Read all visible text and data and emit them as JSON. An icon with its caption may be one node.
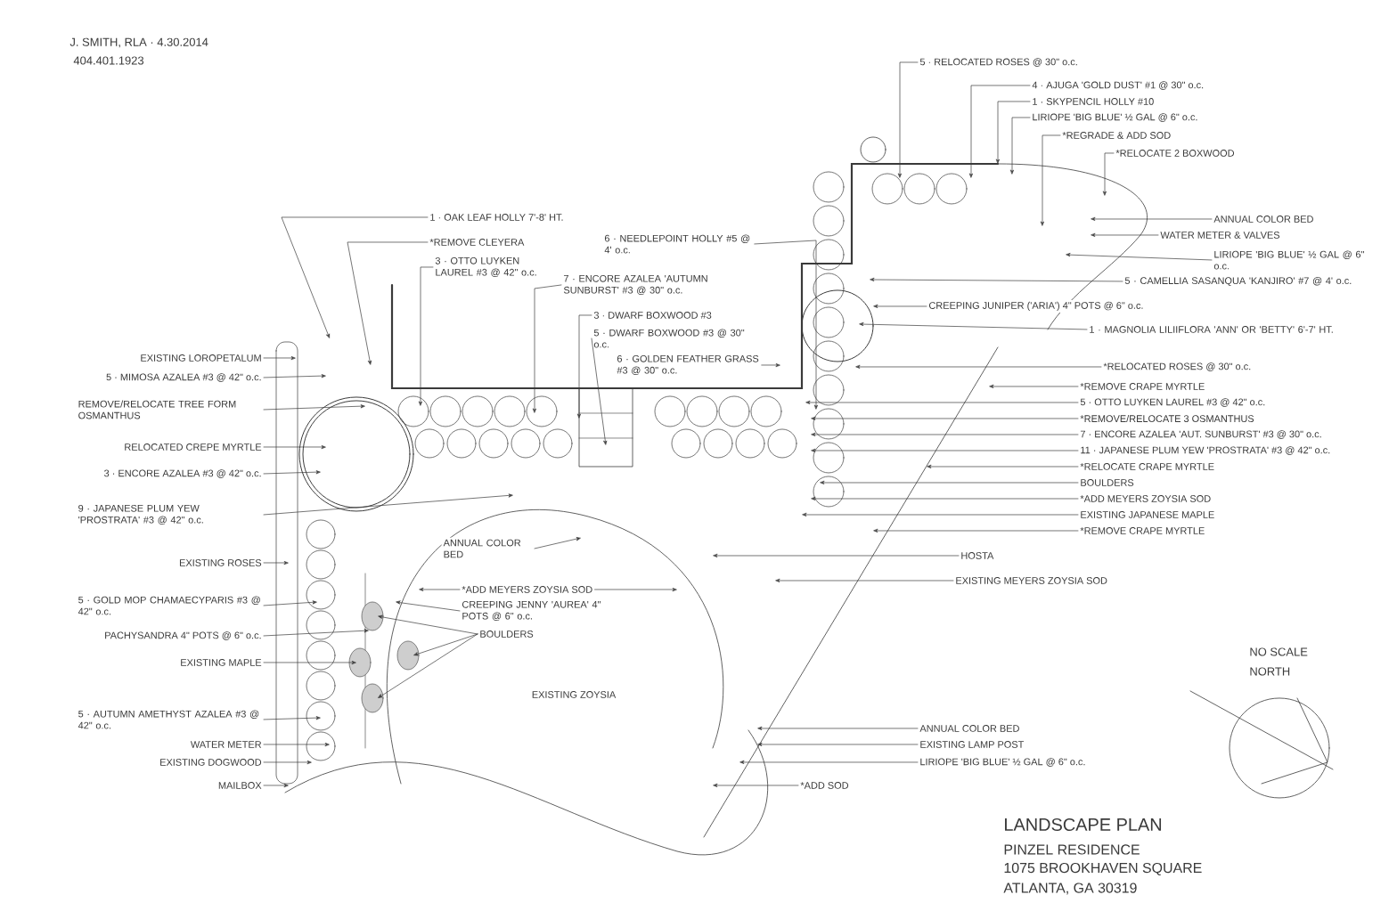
{
  "diagram": {
    "title": "LANDSCAPE PLAN",
    "nodes": [
      {
        "text": [
          "1 · OAK LEAF HOLLY 7'-8' HT."
        ]
      },
      {
        "text": [
          "*REMOVE CLEYERA"
        ]
      },
      {
        "text": [
          "6 · NEEDLEPOINT HOLLY #5 @ 4' o.c."
        ]
      },
      {
        "text": [
          "3 · OTTO LUYKEN LAUREL #3 @ 42\" o.c."
        ]
      },
      {
        "text": [
          "7 · ENCORE AZALEA 'AUTUMN SUNBURST' #3 @ 30\" o.c."
        ]
      },
      {
        "text": [
          "EXISTING LOROPETALUM"
        ]
      },
      {
        "text": [
          "5 · MIMOSA AZALEA #3 @ 42\" o.c."
        ]
      },
      {
        "text": [
          "REMOVE/RELOCATE TREE FORM OSMANTHUS"
        ]
      },
      {
        "text": [
          "RELOCATED CREPE MYRTLE"
        ]
      },
      {
        "text": [
          "3 · ENCORE AZALEA #3 @ 42\" o.c."
        ]
      },
      {
        "text": [
          "9 · JAPANESE PLUM YEW 'PROSTRATA' #3 @ 42\" o.c."
        ]
      },
      {
        "text": [
          "EXISTING ROSES"
        ]
      },
      {
        "text": [
          "5 · GOLD MOP CHAMAECYPARIS #3 @ 42\" o.c."
        ]
      },
      {
        "text": [
          "PACHYSANDRA 4\" POTS @ 6\" o.c."
        ]
      },
      {
        "text": [
          "EXISTING MAPLE"
        ]
      },
      {
        "text": [
          "5 · AUTUMN AMETHYST AZALEA #3 @ 42\" o.c."
        ]
      },
      {
        "text": [
          "WATER METER"
        ]
      },
      {
        "text": [
          "EXISTING DOGWOOD"
        ]
      },
      {
        "text": [
          "MAILBOX"
        ]
      },
      {
        "text": [
          "3 · DWARF BOXWOOD #3"
        ]
      },
      {
        "text": [
          "5 · DWARF BOXWOOD #3 @ 30\" o.c."
        ]
      },
      {
        "text": [
          "6 · GOLDEN FEATHER GRASS #3 @ 30\" o.c."
        ]
      },
      {
        "text": [
          "ANNUAL COLOR BED"
        ]
      },
      {
        "text": [
          "*ADD MEYERS ZOYSIA SOD"
        ]
      },
      {
        "text": [
          "CREEPING JENNY 'AUREA' 4\" POTS @ 6\" o.c."
        ]
      },
      {
        "text": [
          "BOULDERS"
        ]
      },
      {
        "text": [
          "5 · RELOCATED ROSES @ 30\" o.c."
        ]
      },
      {
        "text": [
          "4 · AJUGA 'GOLD DUST' #1 @ 30\" o.c."
        ]
      },
      {
        "text": [
          "1 · SKYPENCIL HOLLY #10"
        ]
      },
      {
        "text": [
          "LIRIOPE 'BIG BLUE' ½ GAL @ 6\" o.c."
        ]
      },
      {
        "text": [
          "*REGRADE & ADD SOD"
        ]
      },
      {
        "text": [
          "*RELOCATE 2 BOXWOOD"
        ]
      },
      {
        "text": [
          "ANNUAL COLOR BED"
        ]
      },
      {
        "text": [
          "WATER METER & VALVES"
        ]
      },
      {
        "text": [
          "LIRIOPE 'BIG BLUE' ½ GAL @ 6\" o.c."
        ]
      },
      {
        "text": [
          "5 · CAMELLIA SASANQUA 'KANJIRO' #7 @ 4' o.c."
        ]
      },
      {
        "text": [
          "CREEPING JUNIPER ('ARIA') 4\" POTS @ 6\" o.c."
        ]
      },
      {
        "text": [
          "1 · MAGNOLIA LILIIFLORA 'ANN' OR 'BETTY' 6'-7' HT."
        ]
      },
      {
        "text": [
          "*RELOCATED ROSES @ 30\" o.c."
        ]
      },
      {
        "text": [
          "*REMOVE CRAPE MYRTLE"
        ]
      },
      {
        "text": [
          "5 · OTTO LUYKEN LAUREL #3 @ 42\" o.c."
        ]
      },
      {
        "text": [
          "*REMOVE/RELOCATE 3 OSMANTHUS"
        ]
      },
      {
        "text": [
          "7 · ENCORE AZALEA 'AUT. SUNBURST' #3 @ 30\" o.c."
        ]
      },
      {
        "text": [
          "11 · JAPANESE PLUM YEW 'PROSTRATA' #3 @ 42\" o.c."
        ]
      },
      {
        "text": [
          "*RELOCATE CRAPE MYRTLE"
        ]
      },
      {
        "text": [
          "BOULDERS"
        ]
      },
      {
        "text": [
          "*ADD MEYERS ZOYSIA SOD"
        ]
      },
      {
        "text": [
          "EXISTING JAPANESE MAPLE"
        ]
      },
      {
        "text": [
          "*REMOVE CRAPE MYRTLE"
        ]
      },
      {
        "text": [
          "HOSTA"
        ]
      },
      {
        "text": [
          "EXISTING MEYERS ZOYSIA SOD"
        ]
      },
      {
        "text": [
          "ANNUAL COLOR BED"
        ]
      },
      {
        "text": [
          "EXISTING LAMP POST"
        ]
      },
      {
        "text": [
          "LIRIOPE 'BIG BLUE' ½ GAL @ 6\" o.c."
        ]
      },
      {
        "text": [
          "*ADD SOD"
        ]
      }
    ],
    "edges": [
      {
        "from": 0,
        "to": null,
        "arrow": "to"
      },
      {
        "from": 1,
        "to": null,
        "arrow": "to"
      },
      {
        "from": 2,
        "to": null,
        "arrow": "to"
      },
      {
        "from": 3,
        "to": null,
        "arrow": "to"
      },
      {
        "from": 4,
        "to": null,
        "arrow": "to"
      },
      {
        "from": 5,
        "to": null,
        "arrow": "to"
      },
      {
        "from": 6,
        "to": null,
        "arrow": "to"
      },
      {
        "from": 7,
        "to": null,
        "arrow": "to"
      },
      {
        "from": 8,
        "to": null,
        "arrow": "to"
      },
      {
        "from": 9,
        "to": null,
        "arrow": "to"
      },
      {
        "from": 10,
        "to": null,
        "arrow": "to"
      },
      {
        "from": 11,
        "to": null,
        "arrow": "to"
      },
      {
        "from": 12,
        "to": null,
        "arrow": "to"
      },
      {
        "from": 13,
        "to": null,
        "arrow": "to"
      },
      {
        "from": 14,
        "to": null,
        "arrow": "to"
      },
      {
        "from": 15,
        "to": null,
        "arrow": "to"
      },
      {
        "from": 16,
        "to": null,
        "arrow": "to"
      },
      {
        "from": 17,
        "to": null,
        "arrow": "to"
      },
      {
        "from": 18,
        "to": null,
        "arrow": "to"
      },
      {
        "from": 19,
        "to": null,
        "arrow": "to"
      },
      {
        "from": 20,
        "to": null,
        "arrow": "to"
      },
      {
        "from": 21,
        "to": null,
        "arrow": "to"
      },
      {
        "from": 22,
        "to": null,
        "arrow": "to"
      },
      {
        "from": 23,
        "to": null,
        "arrow": "to"
      },
      {
        "from": 23,
        "to": null,
        "arrow": "to"
      },
      {
        "from": 24,
        "to": null,
        "arrow": "to"
      },
      {
        "from": 25,
        "to": null,
        "arrow": "to"
      },
      {
        "from": 25,
        "to": null,
        "arrow": "to"
      },
      {
        "from": 25,
        "to": null,
        "arrow": "to"
      },
      {
        "from": 26,
        "to": null,
        "arrow": "to"
      },
      {
        "from": 27,
        "to": null,
        "arrow": "to"
      },
      {
        "from": 28,
        "to": null,
        "arrow": "to"
      },
      {
        "from": 29,
        "to": null,
        "arrow": "to"
      },
      {
        "from": 30,
        "to": null,
        "arrow": "to"
      },
      {
        "from": 31,
        "to": null,
        "arrow": "to"
      },
      {
        "from": 32,
        "to": null,
        "arrow": "to"
      },
      {
        "from": 33,
        "to": null,
        "arrow": "to"
      },
      {
        "from": 34,
        "to": null,
        "arrow": "to"
      },
      {
        "from": 35,
        "to": null,
        "arrow": "to"
      },
      {
        "from": 36,
        "to": null,
        "arrow": "to"
      },
      {
        "from": 37,
        "to": null,
        "arrow": "to"
      },
      {
        "from": 38,
        "to": null,
        "arrow": "to"
      },
      {
        "from": 39,
        "to": null,
        "arrow": "to"
      },
      {
        "from": 40,
        "to": null,
        "arrow": "to"
      },
      {
        "from": 41,
        "to": null,
        "arrow": "to"
      },
      {
        "from": 42,
        "to": null,
        "arrow": "to"
      },
      {
        "from": 43,
        "to": null,
        "arrow": "to"
      },
      {
        "from": 44,
        "to": null,
        "arrow": "to"
      },
      {
        "from": 45,
        "to": null,
        "arrow": "to"
      },
      {
        "from": 46,
        "to": null,
        "arrow": "to"
      },
      {
        "from": 47,
        "to": null,
        "arrow": "to"
      },
      {
        "from": 48,
        "to": null,
        "arrow": "to"
      },
      {
        "from": 49,
        "to": null,
        "arrow": "to"
      },
      {
        "from": 50,
        "to": null,
        "arrow": "to"
      },
      {
        "from": 51,
        "to": null,
        "arrow": "to"
      },
      {
        "from": 52,
        "to": null,
        "arrow": "to"
      },
      {
        "from": 53,
        "to": null,
        "arrow": "to"
      },
      {
        "from": 54,
        "to": null,
        "arrow": "to"
      }
    ],
    "labels": [
      "J. SMITH, RLA · 4.30.2014",
      "404.401.1923",
      "EXISTING ZOYSIA",
      "NO SCALE",
      "NORTH",
      "PINZEL RESIDENCE",
      "1075 BROOKHAVEN SQUARE",
      "ATLANTA, GA 30319"
    ]
  }
}
